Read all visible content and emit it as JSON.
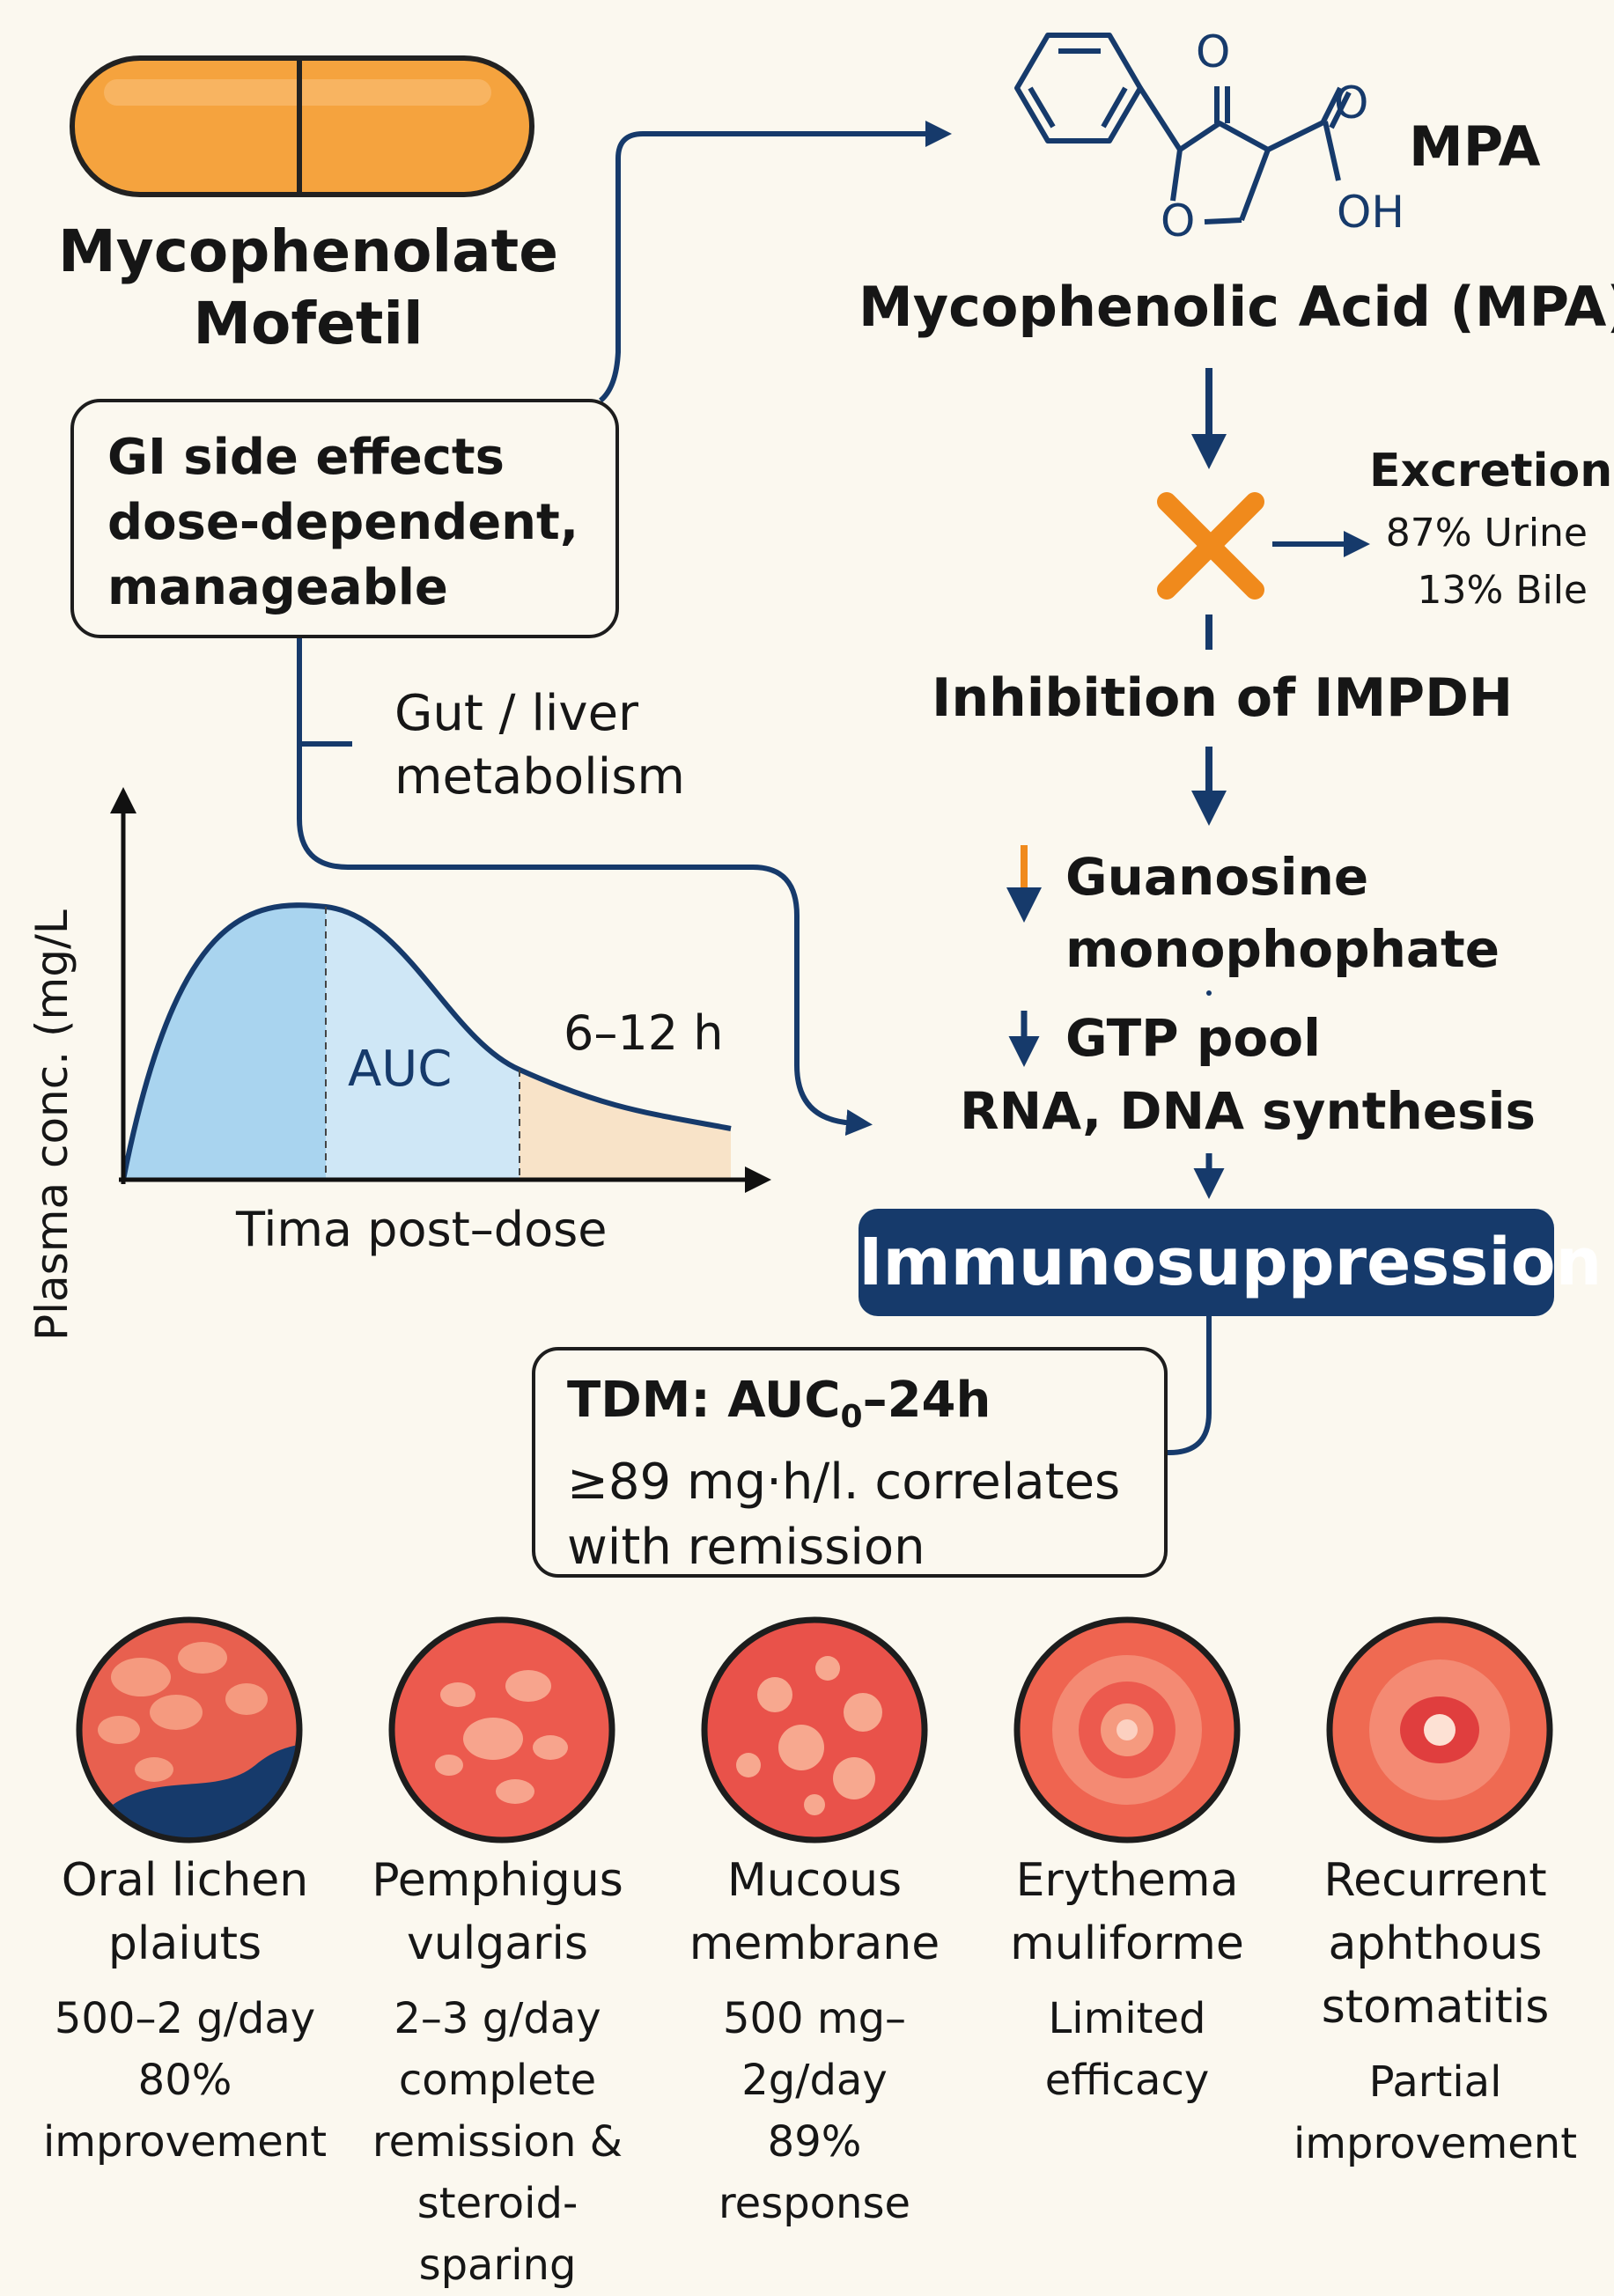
{
  "drug": {
    "name_line1": "Mycophenolate",
    "name_line2": "Mofetil"
  },
  "side_effects": {
    "line1": "GI side effects",
    "line2": "dose-dependent,",
    "line3": "manageable"
  },
  "metabolism_label": {
    "line1": "Gut / liver",
    "line2": "metabolism"
  },
  "metabolite": {
    "abbrev": "MPA",
    "name": "Mycophenolic Acid (MPA)",
    "structure_labels": {
      "keto_o": "O",
      "acid_o": "O",
      "oh": "OH",
      "ring_o": "O"
    }
  },
  "excretion": {
    "title": "Excretion",
    "urine": "87% Urine",
    "bile": "13% Bile"
  },
  "pathway": {
    "inhibition": "Inhibition of IMPDH",
    "guanosine_line1": "Guanosine",
    "guanosine_line2": "monophophate",
    "gtp": "GTP pool",
    "synthesis": "RNA, DNA synthesis",
    "outcome": "Immunosuppression"
  },
  "pk_chart": {
    "ylabel": "Plasma conc. (mg/L",
    "xlabel": "Tima post–dose",
    "auc_label": "AUC",
    "interval_label": "6–12 h"
  },
  "tdm": {
    "line1_main": "TDM: AUC",
    "line1_sub": "0",
    "line1_end": "–24h",
    "line2": "≥89 mg·h/l. correlates",
    "line3": "with remission"
  },
  "conditions": [
    {
      "name_line1": "Oral lichen",
      "name_line2": "plaiuts",
      "name_line3": "",
      "result_line1": "500–2 g/day",
      "result_line2": "80%",
      "result_line3": "improvement",
      "result_line4": ""
    },
    {
      "name_line1": "Pemphigus",
      "name_line2": "vulgaris",
      "name_line3": "",
      "result_line1": "2–3 g/day",
      "result_line2": "complete",
      "result_line3": "remission &",
      "result_line4": "steroid-sparing"
    },
    {
      "name_line1": "Mucous",
      "name_line2": "membrane",
      "name_line3": "",
      "result_line1": "500 mg–2g/day",
      "result_line2": "89%",
      "result_line3": "response",
      "result_line4": ""
    },
    {
      "name_line1": "Erythema",
      "name_line2": "muliforme",
      "name_line3": "",
      "result_line1": "Limited",
      "result_line2": "efficacy",
      "result_line3": "",
      "result_line4": ""
    },
    {
      "name_line1": "Recurrent",
      "name_line2": "aphthous",
      "name_line3": "stomatitis",
      "result_line1": "Partial",
      "result_line2": "improvement",
      "result_line3": "",
      "result_line4": ""
    }
  ],
  "colors": {
    "navy": "#163a6b",
    "orange": "#f08a1c",
    "capsule": "#f5a33e",
    "auc_blue": "#a9d4ef",
    "tail_peach": "#f8e3c8",
    "lesion_red": "#ec5a4e"
  }
}
